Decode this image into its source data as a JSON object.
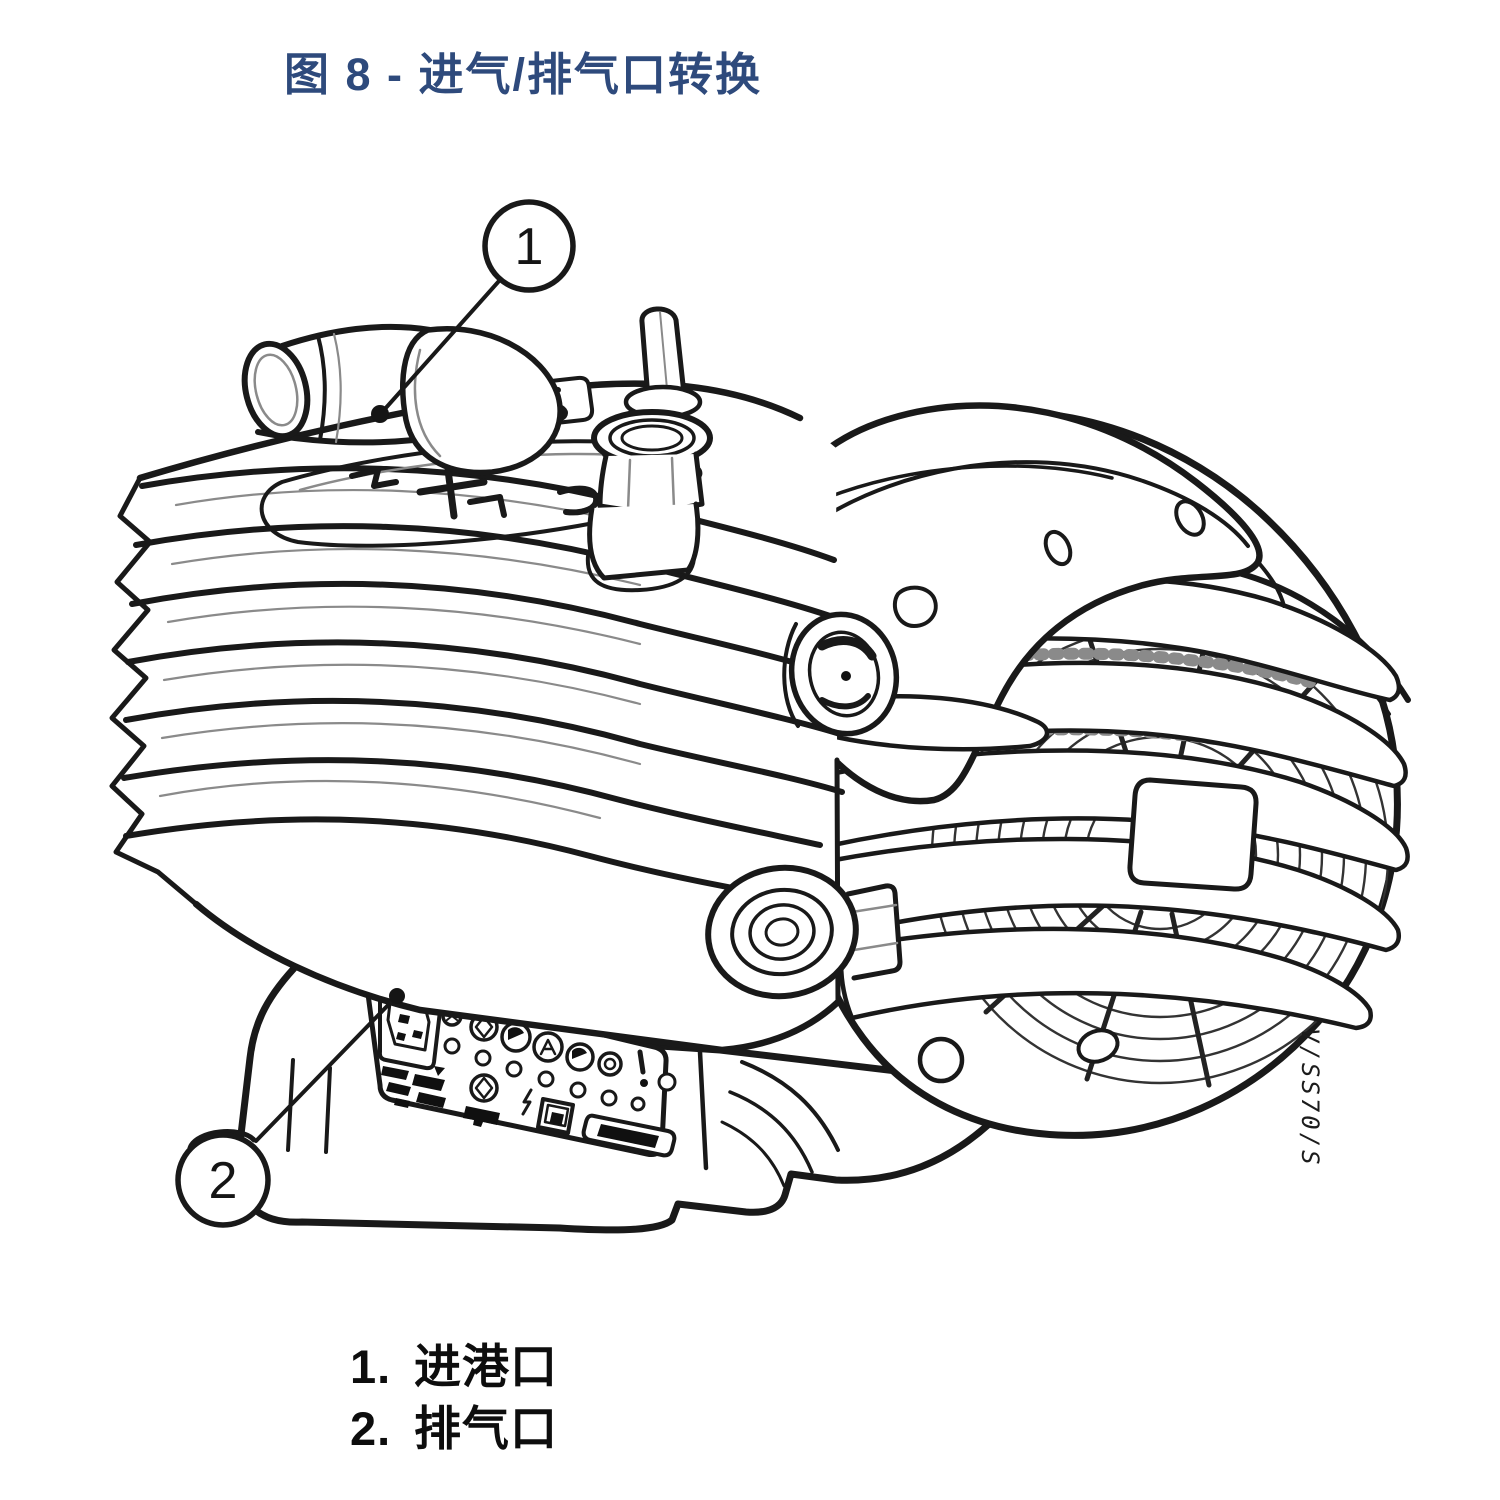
{
  "page": {
    "title": "图 8 - 进气/排气口转换"
  },
  "colors": {
    "title_blue": "#2e4a7c",
    "line_black": "#191919",
    "background": "#ffffff"
  },
  "callouts": {
    "c1": "1",
    "c2": "2"
  },
  "drawing_code": "V/SS70/S",
  "legend": {
    "items": [
      {
        "num": "1.",
        "label": "进港口"
      },
      {
        "num": "2.",
        "label": "排气口"
      }
    ]
  }
}
